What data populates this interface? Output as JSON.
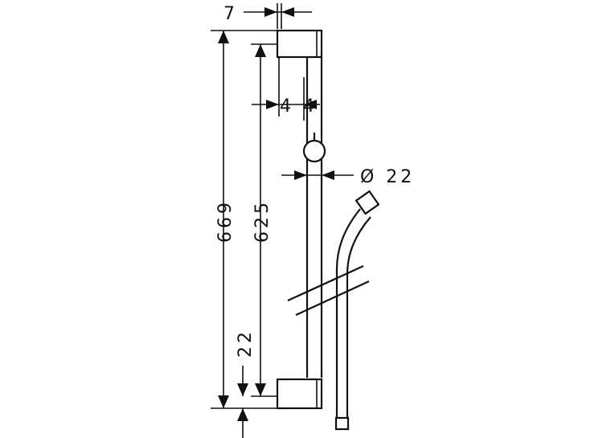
{
  "dimensions": {
    "bracket_depth": "7",
    "offset_top": "4 4",
    "rail_diameter": "Ø 22",
    "total_height": "669",
    "mount_distance": "625",
    "bottom_offset": "22"
  },
  "colors": {
    "line": "#111111",
    "background": "#ffffff"
  }
}
